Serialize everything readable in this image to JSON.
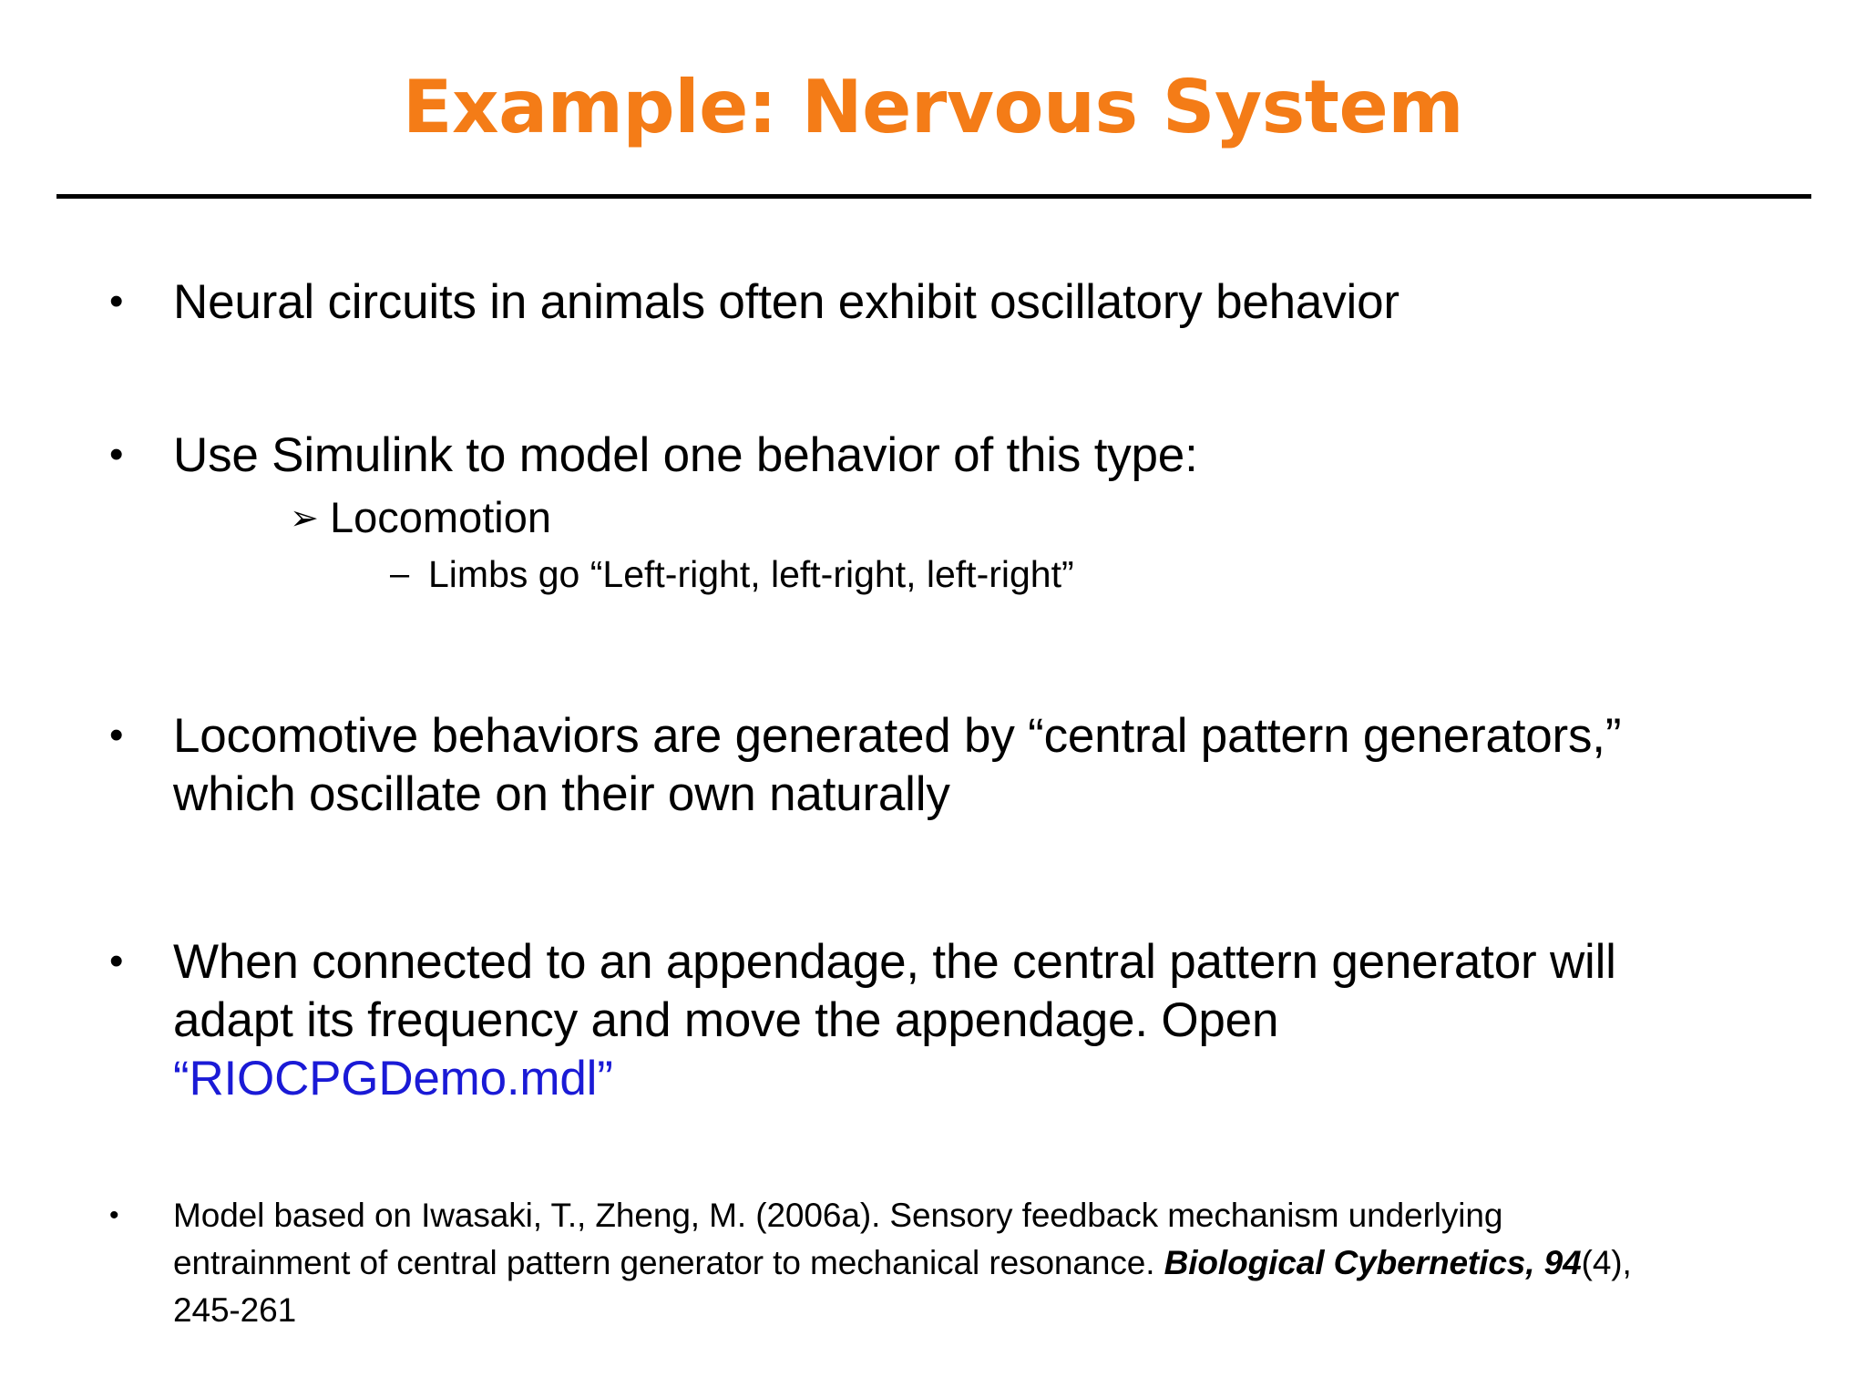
{
  "slide": {
    "title": "Example: Nervous System",
    "title_color": "#F47C17",
    "link_color": "#1A1AD6",
    "background_color": "#FFFFFF",
    "text_color": "#000000",
    "divider": "horizontal-rule"
  },
  "bullets": {
    "b1": {
      "marker": "•",
      "text": "Neural circuits in animals often exhibit oscillatory behavior"
    },
    "b2": {
      "marker": "•",
      "text": "Use Simulink to model one behavior of this type:"
    },
    "b2_sub1": {
      "marker": "➢",
      "text": "Locomotion"
    },
    "b2_sub1_sub1": {
      "marker": "–",
      "text": "Limbs go “Left-right, left-right, left-right”"
    },
    "b3": {
      "marker": "•",
      "text": "Locomotive behaviors are generated by “central pattern generators,” which oscillate on their own naturally"
    },
    "b4": {
      "marker": "•",
      "text_before_link": "When connected to an appendage, the central pattern generator will adapt its frequency and move the appendage. Open ",
      "link": "“RIOCPGDemo.mdl”"
    },
    "b5": {
      "marker": "•",
      "part1": "Model based on Iwasaki, T., Zheng, M. (2006a). Sensory feedback mechanism underlying entrainment of central pattern generator to mechanical resonance. ",
      "journal": "Biological Cybernetics, 94",
      "part2": "(4), 245-261"
    }
  }
}
